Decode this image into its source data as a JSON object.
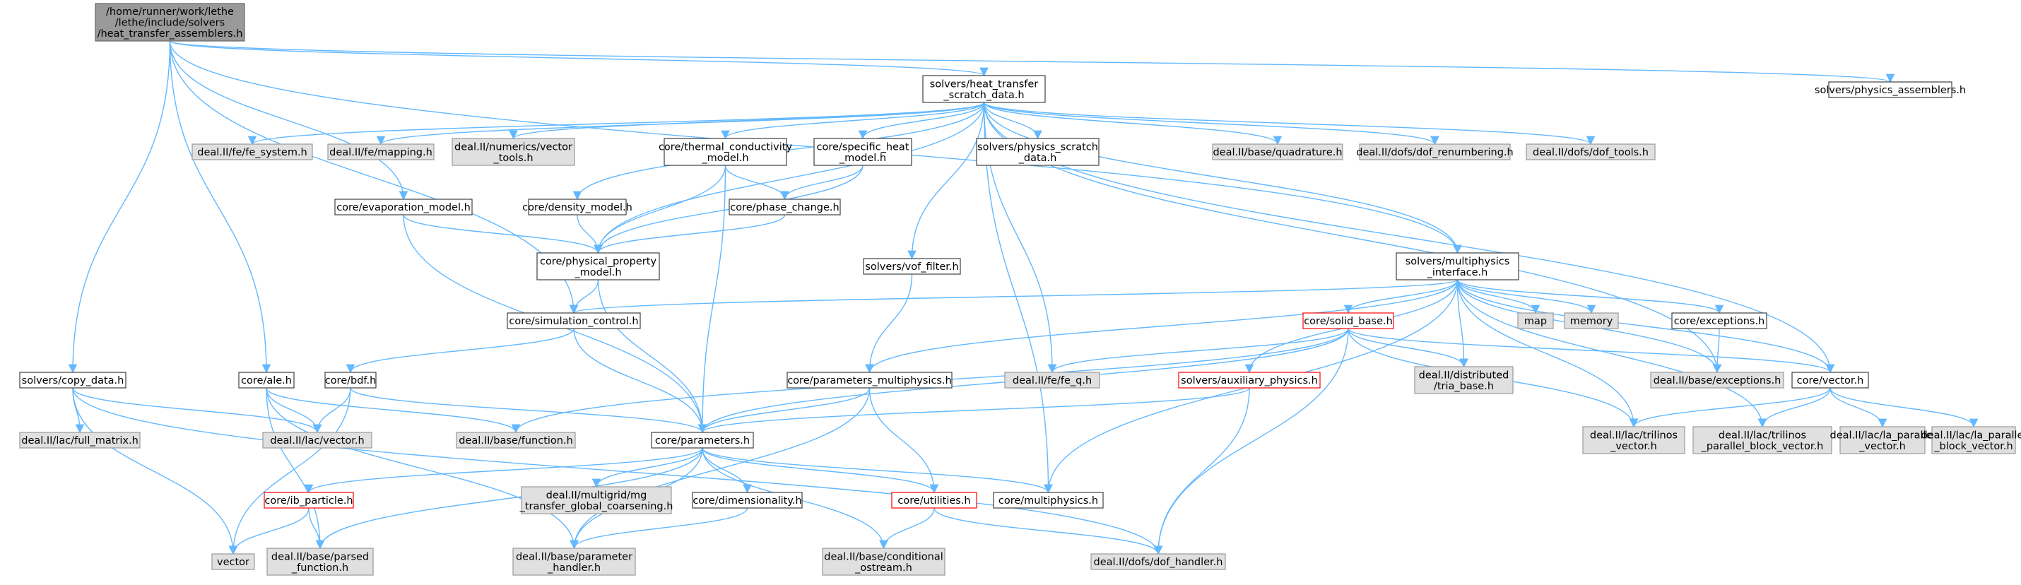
{
  "colors": {
    "edge": "#63b8ff",
    "root_fill": "#999999",
    "root_border": "#666666",
    "documented_fill": "#ffffff",
    "documented_border": "#404040",
    "external_fill": "#e0e0e0",
    "external_border": "#999999",
    "truncated_border": "#ff0000"
  },
  "nodes": [
    {
      "id": "root",
      "kind": "root",
      "label": "/home/runner/work/lethe\n/lethe/include/solvers\n/heat_transfer_assemblers.h"
    },
    {
      "id": "scratch",
      "kind": "documented",
      "label": "solvers/heat_transfer\n_scratch_data.h"
    },
    {
      "id": "physasm",
      "kind": "documented",
      "label": "solvers/physics_assemblers.h"
    },
    {
      "id": "fesystem",
      "kind": "external",
      "label": "deal.II/fe/fe_system.h"
    },
    {
      "id": "mapping",
      "kind": "external",
      "label": "deal.II/fe/mapping.h"
    },
    {
      "id": "vectortools",
      "kind": "external",
      "label": "deal.II/numerics/vector\n_tools.h"
    },
    {
      "id": "thermal",
      "kind": "documented",
      "label": "core/thermal_conductivity\n_model.h"
    },
    {
      "id": "specheat",
      "kind": "documented",
      "label": "core/specific_heat\n_model.h"
    },
    {
      "id": "physscratch",
      "kind": "documented",
      "label": "solvers/physics_scratch\n_data.h"
    },
    {
      "id": "quadrature",
      "kind": "external",
      "label": "deal.II/base/quadrature.h"
    },
    {
      "id": "dofrenum",
      "kind": "external",
      "label": "deal.II/dofs/dof_renumbering.h"
    },
    {
      "id": "doftools",
      "kind": "external",
      "label": "deal.II/dofs/dof_tools.h"
    },
    {
      "id": "evap",
      "kind": "documented",
      "label": "core/evaporation_model.h"
    },
    {
      "id": "density",
      "kind": "documented",
      "label": "core/density_model.h"
    },
    {
      "id": "phasechange",
      "kind": "documented",
      "label": "core/phase_change.h"
    },
    {
      "id": "physprop",
      "kind": "documented",
      "label": "core/physical_property\n_model.h"
    },
    {
      "id": "voffilter",
      "kind": "documented",
      "label": "solvers/vof_filter.h"
    },
    {
      "id": "multiphys",
      "kind": "documented",
      "label": "solvers/multiphysics\n_interface.h"
    },
    {
      "id": "simctrl",
      "kind": "documented",
      "label": "core/simulation_control.h"
    },
    {
      "id": "solidbase",
      "kind": "truncated",
      "label": "core/solid_base.h"
    },
    {
      "id": "map",
      "kind": "external",
      "label": "map"
    },
    {
      "id": "memory",
      "kind": "external",
      "label": "memory"
    },
    {
      "id": "exceptions",
      "kind": "documented",
      "label": "core/exceptions.h"
    },
    {
      "id": "copydata",
      "kind": "documented",
      "label": "solvers/copy_data.h"
    },
    {
      "id": "ale",
      "kind": "documented",
      "label": "core/ale.h"
    },
    {
      "id": "bdf",
      "kind": "documented",
      "label": "core/bdf.h"
    },
    {
      "id": "parammulti",
      "kind": "documented",
      "label": "core/parameters_multiphysics.h"
    },
    {
      "id": "feq",
      "kind": "external",
      "label": "deal.II/fe/fe_q.h"
    },
    {
      "id": "auxphys",
      "kind": "truncated",
      "label": "solvers/auxiliary_physics.h"
    },
    {
      "id": "triabase",
      "kind": "external",
      "label": "deal.II/distributed\n/tria_base.h"
    },
    {
      "id": "baseexc",
      "kind": "external",
      "label": "deal.II/base/exceptions.h"
    },
    {
      "id": "corevector",
      "kind": "documented",
      "label": "core/vector.h"
    },
    {
      "id": "fullmatrix",
      "kind": "external",
      "label": "deal.II/lac/full_matrix.h"
    },
    {
      "id": "lacvector",
      "kind": "external",
      "label": "deal.II/lac/vector.h"
    },
    {
      "id": "basefunction",
      "kind": "external",
      "label": "deal.II/base/function.h"
    },
    {
      "id": "parameters",
      "kind": "documented",
      "label": "core/parameters.h"
    },
    {
      "id": "trilvec",
      "kind": "external",
      "label": "deal.II/lac/trilinos\n_vector.h"
    },
    {
      "id": "trilblock",
      "kind": "external",
      "label": "deal.II/lac/trilinos\n_parallel_block_vector.h"
    },
    {
      "id": "lapar",
      "kind": "external",
      "label": "deal.II/lac/la_parallel\n_vector.h"
    },
    {
      "id": "laparblock",
      "kind": "external",
      "label": "deal.II/lac/la_parallel\n_block_vector.h"
    },
    {
      "id": "ibparticle",
      "kind": "truncated",
      "label": "core/ib_particle.h"
    },
    {
      "id": "mgtransfer",
      "kind": "external",
      "label": "deal.II/multigrid/mg\n_transfer_global_coarsening.h"
    },
    {
      "id": "dimensionality",
      "kind": "documented",
      "label": "core/dimensionality.h"
    },
    {
      "id": "utilities",
      "kind": "truncated",
      "label": "core/utilities.h"
    },
    {
      "id": "coremulti",
      "kind": "documented",
      "label": "core/multiphysics.h"
    },
    {
      "id": "vector",
      "kind": "external",
      "label": "vector"
    },
    {
      "id": "parsedfn",
      "kind": "external",
      "label": "deal.II/base/parsed\n_function.h"
    },
    {
      "id": "paramhandler",
      "kind": "external",
      "label": "deal.II/base/parameter\n_handler.h"
    },
    {
      "id": "condostream",
      "kind": "external",
      "label": "deal.II/base/conditional\n_ostream.h"
    },
    {
      "id": "dofhandler",
      "kind": "external",
      "label": "deal.II/dofs/dof_handler.h"
    }
  ],
  "edges": [
    [
      "root",
      "scratch"
    ],
    [
      "root",
      "physasm"
    ],
    [
      "root",
      "evap"
    ],
    [
      "root",
      "simctrl"
    ],
    [
      "root",
      "multiphys"
    ],
    [
      "root",
      "copydata"
    ],
    [
      "root",
      "ale"
    ],
    [
      "scratch",
      "fesystem"
    ],
    [
      "scratch",
      "mapping"
    ],
    [
      "scratch",
      "vectortools"
    ],
    [
      "scratch",
      "thermal"
    ],
    [
      "scratch",
      "specheat"
    ],
    [
      "scratch",
      "physscratch"
    ],
    [
      "scratch",
      "quadrature"
    ],
    [
      "scratch",
      "dofrenum"
    ],
    [
      "scratch",
      "doftools"
    ],
    [
      "scratch",
      "density"
    ],
    [
      "scratch",
      "physprop"
    ],
    [
      "scratch",
      "voffilter"
    ],
    [
      "scratch",
      "multiphys"
    ],
    [
      "scratch",
      "feq"
    ],
    [
      "scratch",
      "baseexc"
    ],
    [
      "scratch",
      "corevector"
    ],
    [
      "scratch",
      "coremulti"
    ],
    [
      "evap",
      "physprop"
    ],
    [
      "evap",
      "parameters"
    ],
    [
      "density",
      "physprop"
    ],
    [
      "thermal",
      "physprop"
    ],
    [
      "thermal",
      "phasechange"
    ],
    [
      "thermal",
      "parameters"
    ],
    [
      "specheat",
      "phasechange"
    ],
    [
      "specheat",
      "physprop"
    ],
    [
      "phasechange",
      "physprop"
    ],
    [
      "physprop",
      "simctrl"
    ],
    [
      "physprop",
      "parameters"
    ],
    [
      "voffilter",
      "parammulti"
    ],
    [
      "multiphys",
      "simctrl"
    ],
    [
      "multiphys",
      "solidbase"
    ],
    [
      "multiphys",
      "map"
    ],
    [
      "multiphys",
      "memory"
    ],
    [
      "multiphys",
      "exceptions"
    ],
    [
      "multiphys",
      "parammulti"
    ],
    [
      "multiphys",
      "auxphys"
    ],
    [
      "multiphys",
      "triabase"
    ],
    [
      "multiphys",
      "baseexc"
    ],
    [
      "multiphys",
      "corevector"
    ],
    [
      "multiphys",
      "trilvec"
    ],
    [
      "multiphys",
      "trilblock"
    ],
    [
      "multiphys",
      "coremulti"
    ],
    [
      "simctrl",
      "bdf"
    ],
    [
      "simctrl",
      "parameters"
    ],
    [
      "solidbase",
      "feq"
    ],
    [
      "solidbase",
      "triabase"
    ],
    [
      "solidbase",
      "corevector"
    ],
    [
      "solidbase",
      "parameters"
    ],
    [
      "solidbase",
      "basefunction"
    ],
    [
      "solidbase",
      "trilvec"
    ],
    [
      "solidbase",
      "dofhandler"
    ],
    [
      "exceptions",
      "baseexc"
    ],
    [
      "auxphys",
      "parameters"
    ],
    [
      "auxphys",
      "dofhandler"
    ],
    [
      "parammulti",
      "parameters"
    ],
    [
      "parammulti",
      "utilities"
    ],
    [
      "parammulti",
      "paramhandler"
    ],
    [
      "bdf",
      "lacvector"
    ],
    [
      "bdf",
      "parameters"
    ],
    [
      "bdf",
      "vector"
    ],
    [
      "ale",
      "lacvector"
    ],
    [
      "ale",
      "basefunction"
    ],
    [
      "ale",
      "parsedfn"
    ],
    [
      "ale",
      "paramhandler"
    ],
    [
      "copydata",
      "fullmatrix"
    ],
    [
      "copydata",
      "lacvector"
    ],
    [
      "copydata",
      "vector"
    ],
    [
      "copydata",
      "dofhandler"
    ],
    [
      "corevector",
      "trilvec"
    ],
    [
      "corevector",
      "trilblock"
    ],
    [
      "corevector",
      "lapar"
    ],
    [
      "corevector",
      "laparblock"
    ],
    [
      "parameters",
      "ibparticle"
    ],
    [
      "parameters",
      "mgtransfer"
    ],
    [
      "parameters",
      "dimensionality"
    ],
    [
      "parameters",
      "utilities"
    ],
    [
      "parameters",
      "coremulti"
    ],
    [
      "parameters",
      "parsedfn"
    ],
    [
      "parameters",
      "paramhandler"
    ],
    [
      "parameters",
      "condostream"
    ],
    [
      "ibparticle",
      "vector"
    ],
    [
      "ibparticle",
      "parsedfn"
    ],
    [
      "dimensionality",
      "paramhandler"
    ],
    [
      "utilities",
      "condostream"
    ],
    [
      "utilities",
      "dofhandler"
    ]
  ]
}
